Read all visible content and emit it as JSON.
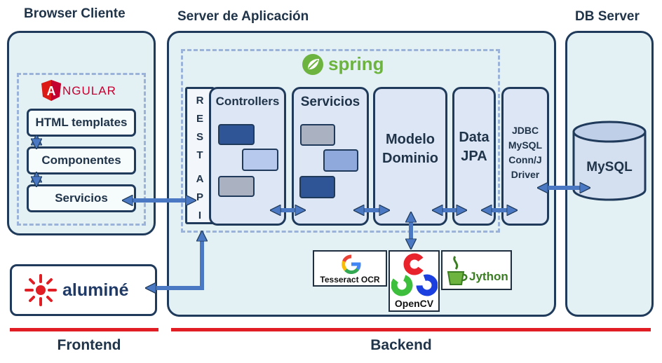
{
  "sections": {
    "browser_title": "Browser Cliente",
    "server_title": "Server de Aplicación",
    "db_title": "DB Server"
  },
  "browser": {
    "angular_logo": "NGULAR",
    "angular_initial": "A",
    "items": [
      "HTML templates",
      "Componentes",
      "Servicios"
    ]
  },
  "server": {
    "spring_logo": "spring",
    "rest_api": [
      "R",
      "E",
      "S",
      "T",
      "A",
      "P",
      "I"
    ],
    "controllers": "Controllers",
    "servicios": "Servicios",
    "modelo": [
      "Modelo",
      "Dominio"
    ],
    "data_jpa": [
      "Data",
      "JPA"
    ],
    "jdbc": [
      "JDBC",
      "MySQL",
      "Conn/J",
      "Driver"
    ]
  },
  "libraries": {
    "tesseract": "Tesseract OCR",
    "opencv": "OpenCV",
    "jython": "Jython"
  },
  "db": {
    "mysql": "MySQL"
  },
  "alumine": {
    "logo": "aluminé"
  },
  "footer": {
    "frontend": "Frontend",
    "backend": "Backend"
  },
  "colors": {
    "panel_fill": "#e3f1f4",
    "border": "#1f3a5a",
    "arrow": "#4a78c2",
    "dashed": "#9cb3d9",
    "accent_red": "#e01e23",
    "spring_green": "#6db33f"
  }
}
